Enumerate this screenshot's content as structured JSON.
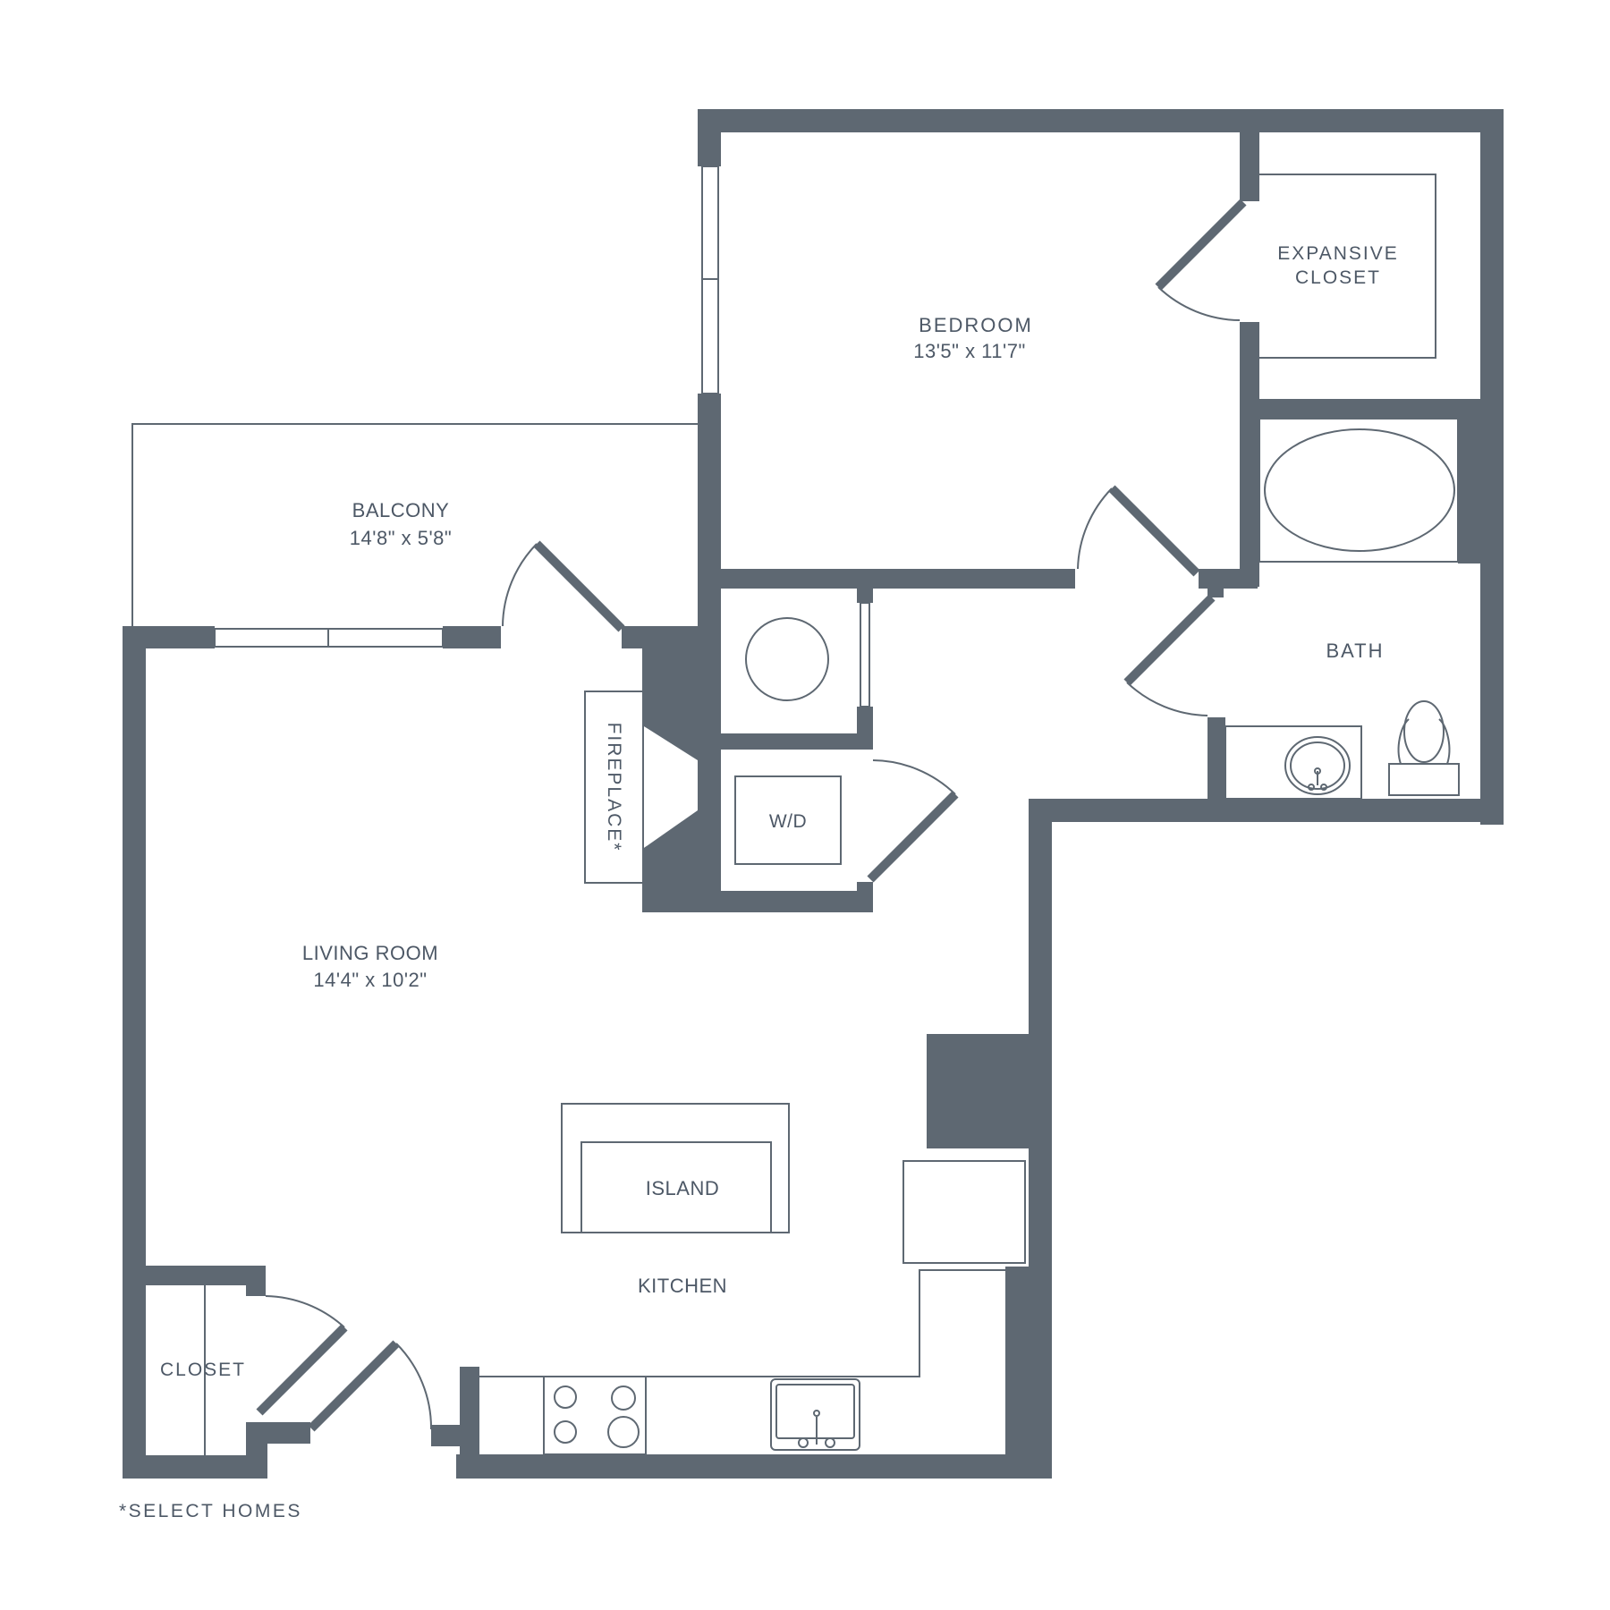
{
  "colors": {
    "wall": "#5e6872",
    "text": "#4d5866",
    "background": "#ffffff"
  },
  "rooms": {
    "bedroom": {
      "name": "BEDROOM",
      "size": "13'5\" x 11'7\""
    },
    "expansive_closet": {
      "line1": "EXPANSIVE",
      "line2": "CLOSET"
    },
    "balcony": {
      "name": "BALCONY",
      "size": "14'8\" x 5'8\""
    },
    "bath": {
      "name": "BATH"
    },
    "fireplace": {
      "name": "FIREPLACE*"
    },
    "wd": {
      "name": "W/D"
    },
    "living_room": {
      "name": "LIVING ROOM",
      "size": "14'4\" x 10'2\""
    },
    "island": {
      "name": "ISLAND"
    },
    "kitchen": {
      "name": "KITCHEN"
    },
    "closet": {
      "name": "CLOSET"
    }
  },
  "footnote": "*SELECT HOMES"
}
